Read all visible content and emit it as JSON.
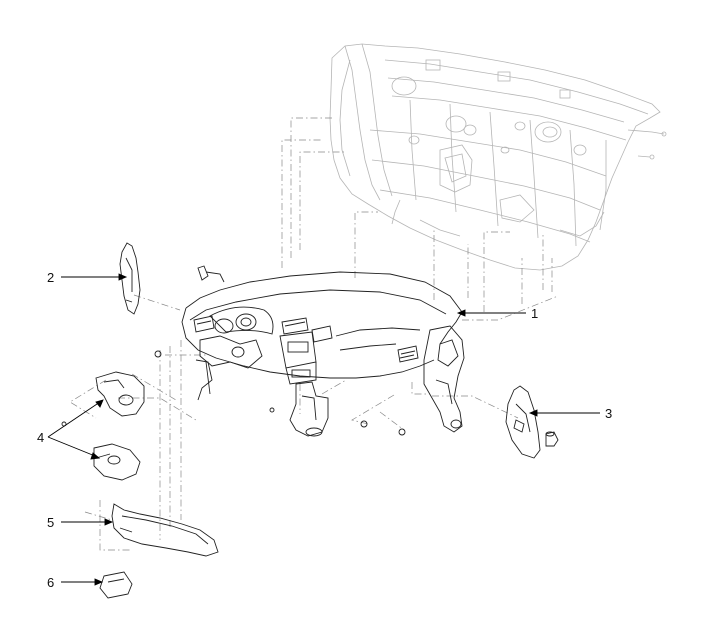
{
  "diagram": {
    "callouts": [
      {
        "id": "1",
        "label": "1"
      },
      {
        "id": "2",
        "label": "2"
      },
      {
        "id": "3",
        "label": "3"
      },
      {
        "id": "4",
        "label": "4"
      },
      {
        "id": "5",
        "label": "5"
      },
      {
        "id": "6",
        "label": "6"
      }
    ],
    "colors": {
      "line": "#222222",
      "faint": "#b8b8b8",
      "leader": "#000000",
      "background": "#ffffff"
    }
  }
}
